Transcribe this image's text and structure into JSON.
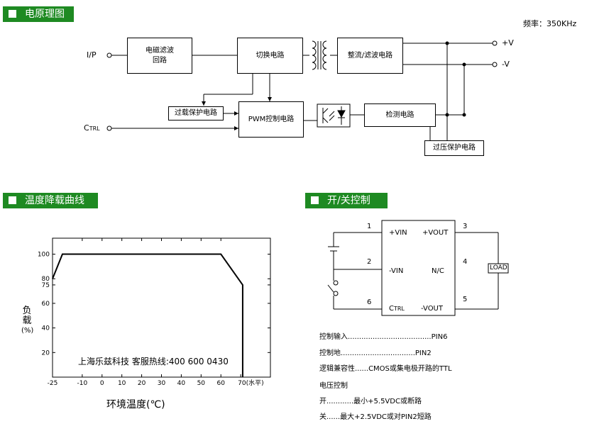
{
  "sections": {
    "schematic": "电原理图",
    "derating": "温度降载曲线",
    "onoff": "开/关控制"
  },
  "schematic": {
    "frequency": "频率：350KHz",
    "ip": "I/P",
    "ctrl_prefix": "C",
    "ctrl_sub": "TRL",
    "emi_filter_l1": "电磁滤波",
    "emi_filter_l2": "回路",
    "switching": "切换电路",
    "rectifier": "整流/滤波电路",
    "overload": "过载保护电路",
    "pwm": "PWM控制电路",
    "detection": "检测电路",
    "overvoltage": "过压保护电路",
    "plus_v": "+V",
    "minus_v": "-V"
  },
  "chart_data": {
    "type": "line",
    "xlabel": "环境温度(℃)",
    "ylabel_chars": [
      "负",
      "载",
      "(%)"
    ],
    "x_ticks": [
      "-25",
      "-10",
      "0",
      "10",
      "20",
      "30",
      "40",
      "50",
      "60"
    ],
    "x_tick_values": [
      -25,
      -10,
      0,
      10,
      20,
      30,
      40,
      50,
      60
    ],
    "x_end_label": "70(水平)",
    "x_end_value": 70,
    "y_ticks": [
      "20",
      "40",
      "60",
      "75",
      "80",
      "100"
    ],
    "y_tick_values": [
      20,
      40,
      60,
      75,
      80,
      100
    ],
    "xlim": [
      -25,
      85
    ],
    "ylim": [
      0,
      113
    ],
    "series": [
      {
        "x": [
          -25,
          -20,
          60,
          71,
          71
        ],
        "y": [
          80,
          100,
          100,
          75,
          0
        ]
      }
    ],
    "watermark": "上海乐兹科技 客服热线:400 600 0430",
    "line_color": "#000000"
  },
  "onoff": {
    "pin1": "1",
    "pin2": "2",
    "pin6": "6",
    "pin3": "3",
    "pin4": "4",
    "pin5": "5",
    "vin_plus": "+VIN",
    "vin_minus": "-VIN",
    "ctrl_prefix": "C",
    "ctrl_sub": "TRL",
    "vout_plus": "+VOUT",
    "nc": "N/C",
    "vout_minus": "-VOUT",
    "load": "LOAD",
    "notes": [
      "控制输入.....................................PIN6",
      "控制地.................................PIN2",
      "逻辑兼容性......CMOS或集电极开路的TTL",
      "电压控制",
      "开............最小+5.5VDC或断路",
      "关......最大+2.5VDC或对PIN2短路"
    ]
  }
}
